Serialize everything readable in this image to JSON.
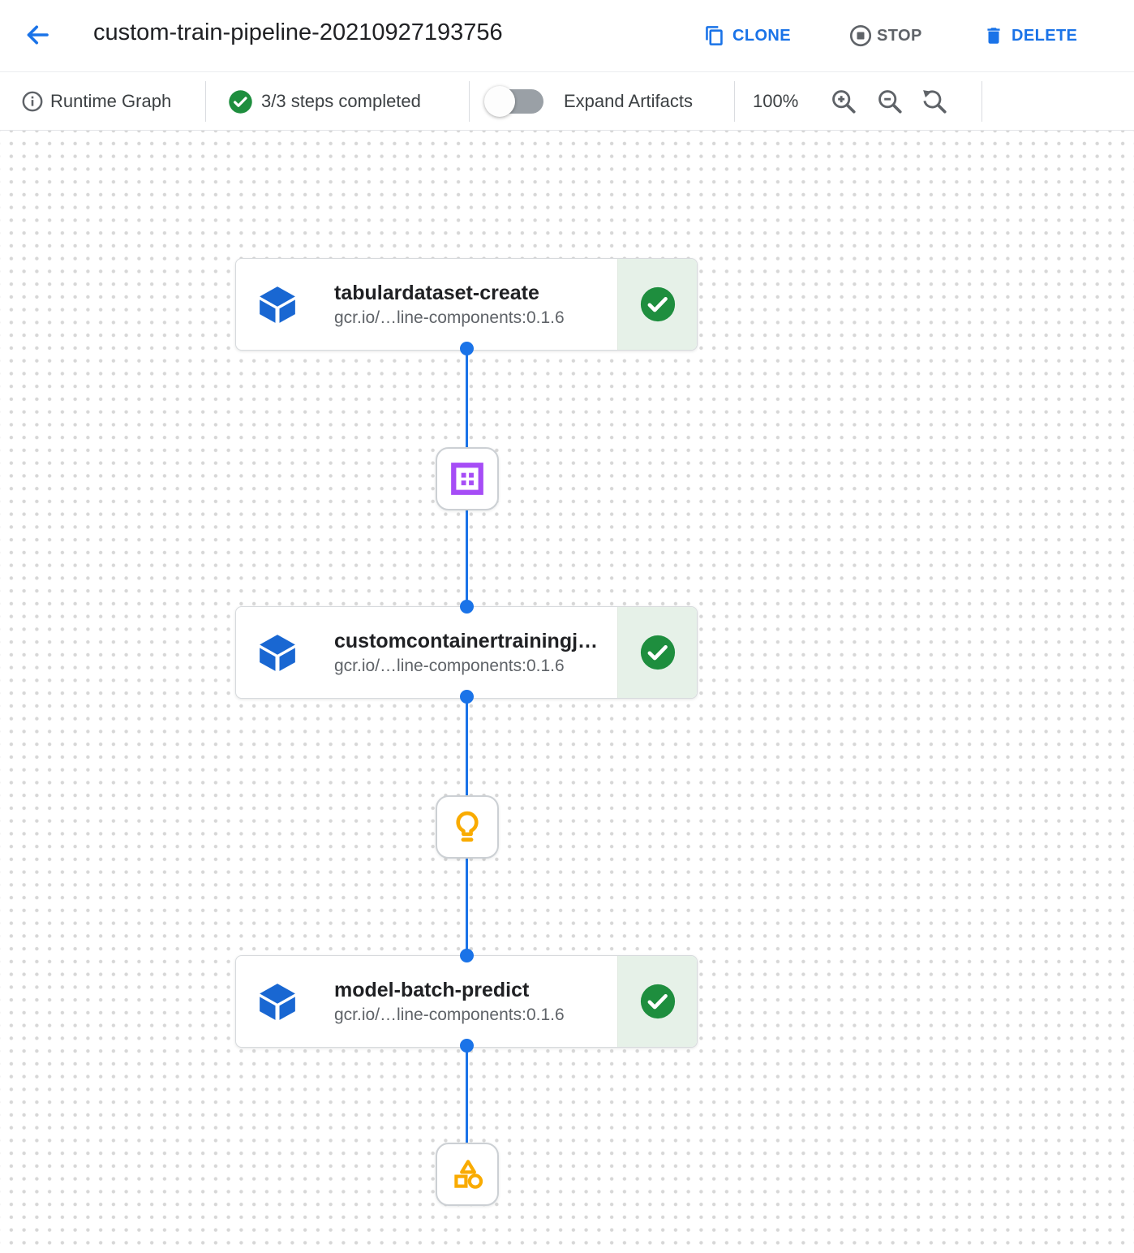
{
  "header": {
    "title": "custom-train-pipeline-20210927193756",
    "actions": {
      "clone_label": "CLONE",
      "stop_label": "STOP",
      "delete_label": "DELETE"
    }
  },
  "toolbar": {
    "view_label": "Runtime Graph",
    "steps_status": "3/3 steps completed",
    "expand_artifacts_label": "Expand Artifacts",
    "expand_artifacts_on": false,
    "zoom_level": "100%"
  },
  "icons": {
    "back": "back-arrow-icon",
    "clone": "copy-icon",
    "stop": "stop-circle-icon",
    "delete": "trash-icon",
    "info": "info-icon",
    "completed": "check-circle-icon",
    "zoom_in": "zoom-in-icon",
    "zoom_out": "zoom-out-icon",
    "zoom_reset": "zoom-reset-icon",
    "step": "cube-icon",
    "dataset_artifact": "dataset-grid-icon",
    "model_artifact": "lightbulb-icon",
    "generic_artifact": "shapes-icon"
  },
  "colors": {
    "accent_blue": "#1a73e8",
    "cube_blue": "#1967d2",
    "success_green": "#1e8e3e",
    "success_bg": "#e6f1e8",
    "artifact_purple": "#a64df6",
    "artifact_orange": "#f9ab00",
    "text_dark": "#202124",
    "text_gray": "#5f6368",
    "grid_dot": "#d7d7d7"
  },
  "graph": {
    "nodes": [
      {
        "title": "tabulardataset-create",
        "subtitle": "gcr.io/…line-components:0.1.6",
        "status": "succeeded"
      },
      {
        "title": "customcontainertrainingj…",
        "subtitle": "gcr.io/…line-components:0.1.6",
        "status": "succeeded"
      },
      {
        "title": "model-batch-predict",
        "subtitle": "gcr.io/…line-components:0.1.6",
        "status": "succeeded"
      }
    ],
    "artifacts": [
      {
        "type": "dataset"
      },
      {
        "type": "model"
      },
      {
        "type": "generic"
      }
    ]
  }
}
